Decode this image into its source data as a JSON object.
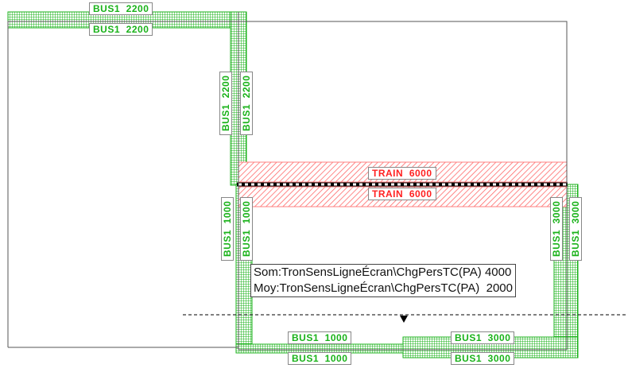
{
  "colors": {
    "bus": "#19b219",
    "train": "#ff2020",
    "outline": "#555555"
  },
  "links": {
    "bus_2200_a": "BUS1  2200",
    "bus_2200_b": "BUS1  2200",
    "bus_2200_c": "BUS1  2200",
    "bus_2200_d": "BUS1  2200",
    "train_a": "TRAIN  6000",
    "train_b": "TRAIN  6000",
    "bus_1000_a": "BUS1  1000",
    "bus_1000_b": "BUS1  1000",
    "bus_1000_c": "BUS1  1000",
    "bus_1000_d": "BUS1  1000",
    "bus_3000_a": "BUS1  3000",
    "bus_3000_b": "BUS1  3000",
    "bus_3000_c": "BUS1  3000",
    "bus_3000_d": "BUS1  3000"
  },
  "screenline_info": {
    "sum_line": "Som:TronSensLigneÉcran\\ChgPersTC(PA) 4000",
    "avg_line": "Moy:TronSensLigneÉcran\\ChgPersTC(PA)  2000"
  }
}
